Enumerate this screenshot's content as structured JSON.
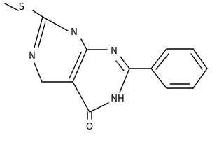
{
  "molecule": {
    "atoms": {
      "sulfur": "S",
      "nitrogen_top": "N",
      "nitrogen_left": "N",
      "nitrogen_right": "N",
      "nh": "NH",
      "oxygen": "O"
    }
  },
  "colors": {
    "bond": "#000000",
    "label": "#000000",
    "background": "#ffffff"
  }
}
